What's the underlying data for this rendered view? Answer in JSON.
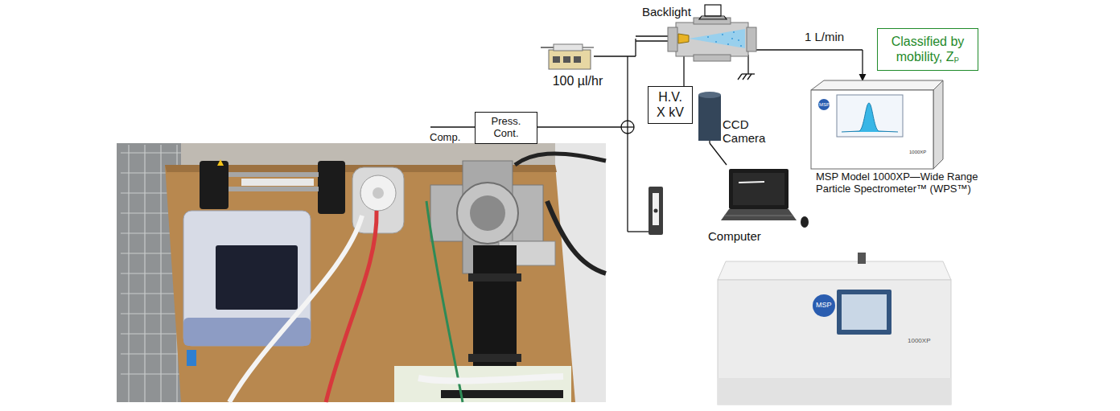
{
  "diagram": {
    "nodes": [
      {
        "text": [
          "100 µl/hr"
        ]
      },
      {
        "text": [
          "Press. Cont."
        ]
      },
      {
        "text": [
          "H.V. X kV"
        ]
      },
      {
        "text": [
          "CCD Camera"
        ]
      },
      {
        "text": [
          "Computer"
        ]
      },
      {
        "text": [
          "Classified by mobility, Zₚ"
        ]
      },
      {
        "text": [
          "MSP Model 1000XP—Wide Range Particle Spectrometer™ (WPS™)"
        ]
      }
    ],
    "edges": [
      {
        "from": 3,
        "to": 4,
        "arrow": "none"
      }
    ],
    "labels": [
      "Backlight",
      "1 L/min",
      "Comp.",
      "MSP",
      "1000XP",
      "MSP",
      "1000XP"
    ]
  }
}
